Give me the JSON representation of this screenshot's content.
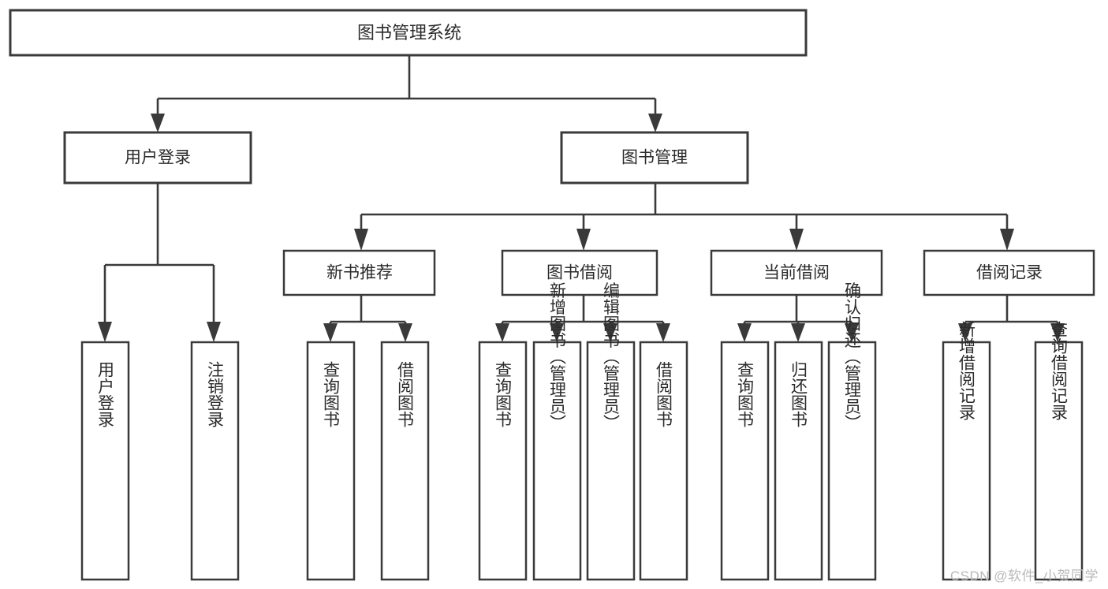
{
  "diagram": {
    "type": "tree-hierarchy",
    "title": "图书管理系统",
    "root": {
      "id": "root",
      "label": "图书管理系统"
    },
    "level1": [
      {
        "id": "user-login",
        "label": "用户登录"
      },
      {
        "id": "book-manage",
        "label": "图书管理"
      }
    ],
    "level2": [
      {
        "id": "new-book-recommend",
        "label": "新书推荐",
        "parent": "book-manage"
      },
      {
        "id": "book-borrow",
        "label": "图书借阅",
        "parent": "book-manage"
      },
      {
        "id": "current-borrow",
        "label": "当前借阅",
        "parent": "book-manage"
      },
      {
        "id": "borrow-record",
        "label": "借阅记录",
        "parent": "book-manage"
      }
    ],
    "leaves": {
      "user-login": [
        {
          "id": "leaf-user-login",
          "label": "用户登录"
        },
        {
          "id": "leaf-logout-login",
          "label": "注销登录"
        }
      ],
      "new-book-recommend": [
        {
          "id": "leaf-query-book-1",
          "label": "查询图书"
        },
        {
          "id": "leaf-borrow-book-1",
          "label": "借阅图书"
        }
      ],
      "book-borrow": [
        {
          "id": "leaf-query-book-2",
          "label": "查询图书"
        },
        {
          "id": "leaf-add-book",
          "label": "新增图书（管理员）"
        },
        {
          "id": "leaf-edit-book",
          "label": "编辑图书（管理员）"
        },
        {
          "id": "leaf-borrow-book-2",
          "label": "借阅图书"
        }
      ],
      "current-borrow": [
        {
          "id": "leaf-query-book-3",
          "label": "查询图书"
        },
        {
          "id": "leaf-return-book",
          "label": "归还图书"
        },
        {
          "id": "leaf-confirm-return",
          "label": "确认归还（管理员）"
        }
      ],
      "borrow-record": [
        {
          "id": "leaf-add-record",
          "label": "新增借阅记录"
        },
        {
          "id": "leaf-query-record",
          "label": "查询借阅记录"
        }
      ]
    },
    "colors": {
      "stroke": "#3a3a3a",
      "fill": "#ffffff",
      "text": "#2b2b2b",
      "watermark": "#b9b9b9"
    }
  },
  "watermark": {
    "text": "CSDN @软件_小贺同学"
  }
}
